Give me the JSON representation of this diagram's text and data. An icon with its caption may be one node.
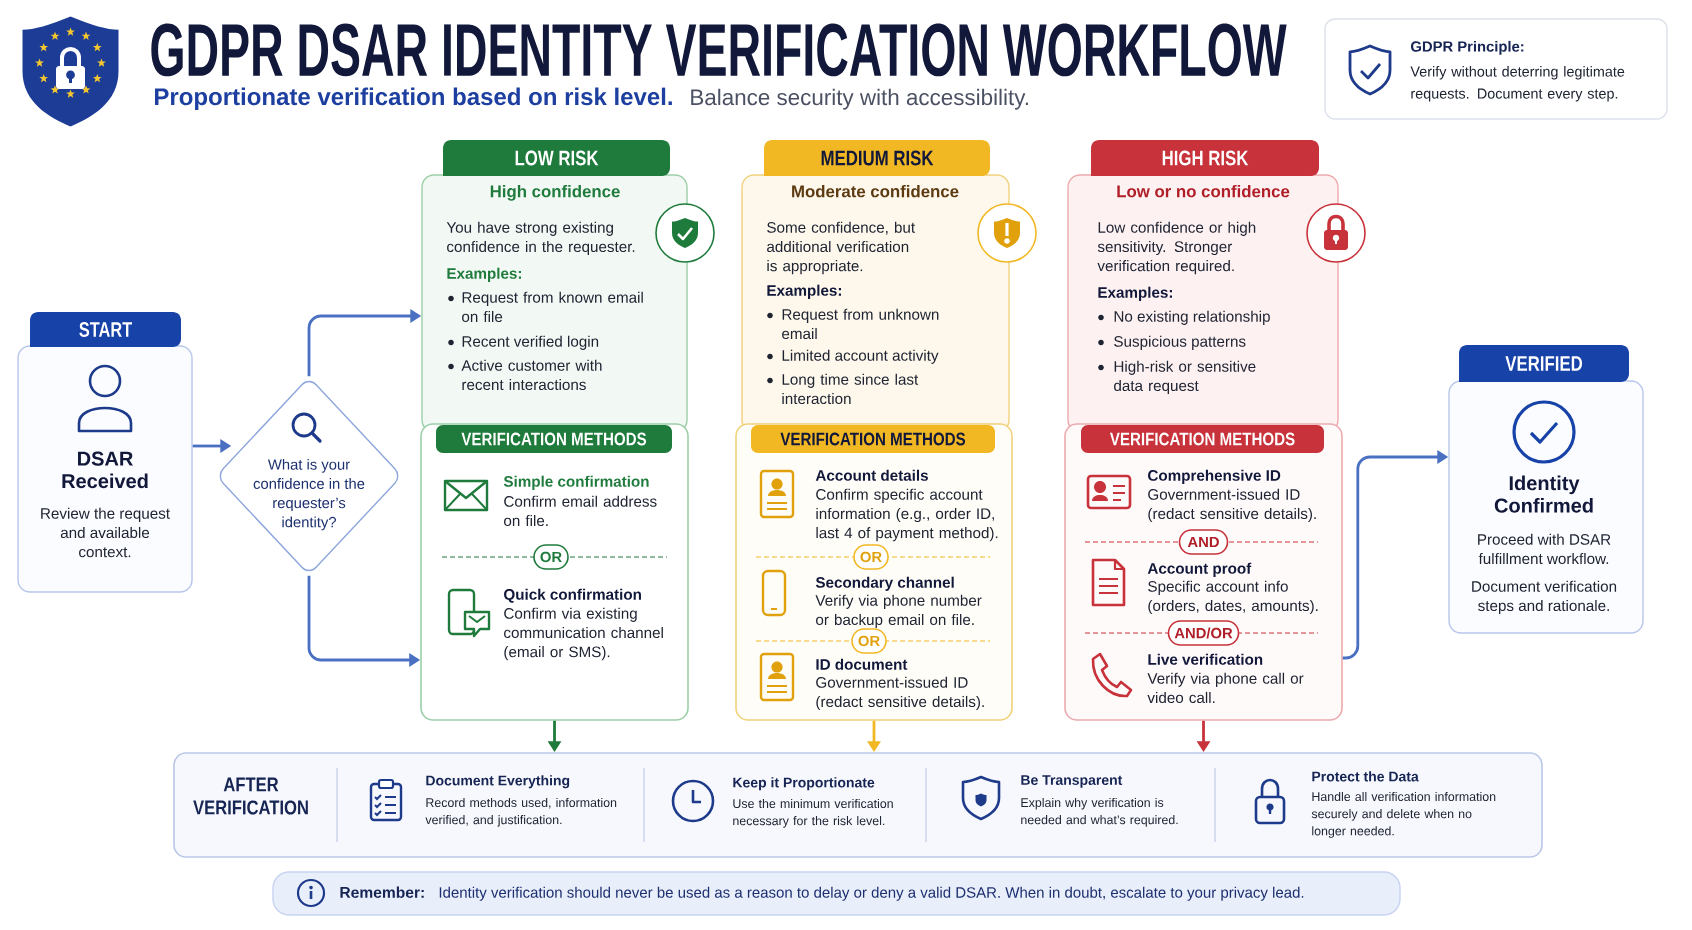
{
  "diagram": {
    "title": "GDPR DSAR IDENTITY VERIFICATION WORKFLOW",
    "nodes": [
      {
        "text": [
          "GDPR Principle:",
          "Verify without deterring legitimate requests. Document every step."
        ]
      },
      {
        "text": [
          "START",
          "DSAR Received",
          "Review the request and available context."
        ]
      },
      {
        "text": [
          "What is your confidence in the requester’s identity?"
        ]
      },
      {
        "text": [
          "LOW RISK",
          "High confidence",
          "You have strong existing confidence in the requester.",
          "Examples:",
          "Request from known email on file",
          "Recent verified login",
          "Active customer with recent interactions"
        ]
      },
      {
        "text": [
          "VERIFICATION METHODS",
          "Simple confirmation",
          "Confirm email address on file.",
          "Quick confirmation",
          "Confirm via existing communication channel (email or SMS)."
        ]
      },
      {
        "text": [
          "OR"
        ],
        "in": 4
      },
      {
        "text": [
          "MEDIUM RISK",
          "Moderate confidence",
          "Some confidence, but additional verification is appropriate.",
          "Examples:",
          "Request from unknown email",
          "Limited account activity",
          "Long time since last interaction"
        ]
      },
      {
        "text": [
          "VERIFICATION METHODS",
          "Account details",
          "Confirm specific account information (e.g., order ID, last 4 of payment method).",
          "Secondary channel",
          "Verify via phone number or backup email on file.",
          "ID document",
          "Government-issued ID (redact sensitive details)."
        ]
      },
      {
        "text": [
          "OR"
        ],
        "in": 7
      },
      {
        "text": [
          "OR"
        ],
        "in": 7
      },
      {
        "text": [
          "HIGH RISK",
          "Low or no confidence",
          "Low confidence or high sensitivity. Stronger verification required.",
          "Examples:",
          "No existing relationship",
          "Suspicious patterns",
          "High-risk or sensitive data request"
        ]
      },
      {
        "text": [
          "VERIFICATION METHODS",
          "Comprehensive ID",
          "Government-issued ID (redact sensitive details).",
          "Account proof",
          "Specific account info (orders, dates, amounts).",
          "Live verification",
          "Verify via phone call or video call."
        ]
      },
      {
        "text": [
          "AND"
        ],
        "in": 11
      },
      {
        "text": [
          "AND/OR"
        ],
        "in": 11
      },
      {
        "text": [
          "VERIFIED",
          "Identity Confirmed",
          "Proceed with DSAR fulfillment workflow.",
          "Document verification steps and rationale."
        ]
      },
      {
        "text": [
          "AFTER VERIFICATION",
          "Document Everything",
          "Record methods used, information verified, and justification.",
          "Keep it Proportionate",
          "Use the minimum verification necessary for the risk level.",
          "Be Transparent",
          "Explain why verification is needed and what’s required.",
          "Protect the Data",
          "Handle all verification information securely and delete when no longer needed."
        ]
      },
      {
        "text": [
          "Remember:",
          "Identity verification should never be used as a reason to delay or deny a valid DSAR. When in doubt, escalate to your privacy lead."
        ]
      }
    ],
    "edges": [
      {
        "from": 1,
        "to": 2,
        "arrow": "to"
      },
      {
        "from": 2,
        "to": 3,
        "arrow": "to"
      },
      {
        "from": 2,
        "to": 4,
        "arrow": "to"
      },
      {
        "from": 4,
        "to": 15,
        "arrow": "to",
        "color": "#1e7b3c"
      },
      {
        "from": 7,
        "to": 15,
        "arrow": "to",
        "color": "#f2b824"
      },
      {
        "from": 11,
        "to": 15,
        "arrow": "to",
        "color": "#c8323b"
      },
      {
        "from": 11,
        "to": 14,
        "arrow": "to"
      }
    ],
    "labels": [
      "Proportionate verification based on risk level.",
      "Balance security with accessibility."
    ]
  }
}
